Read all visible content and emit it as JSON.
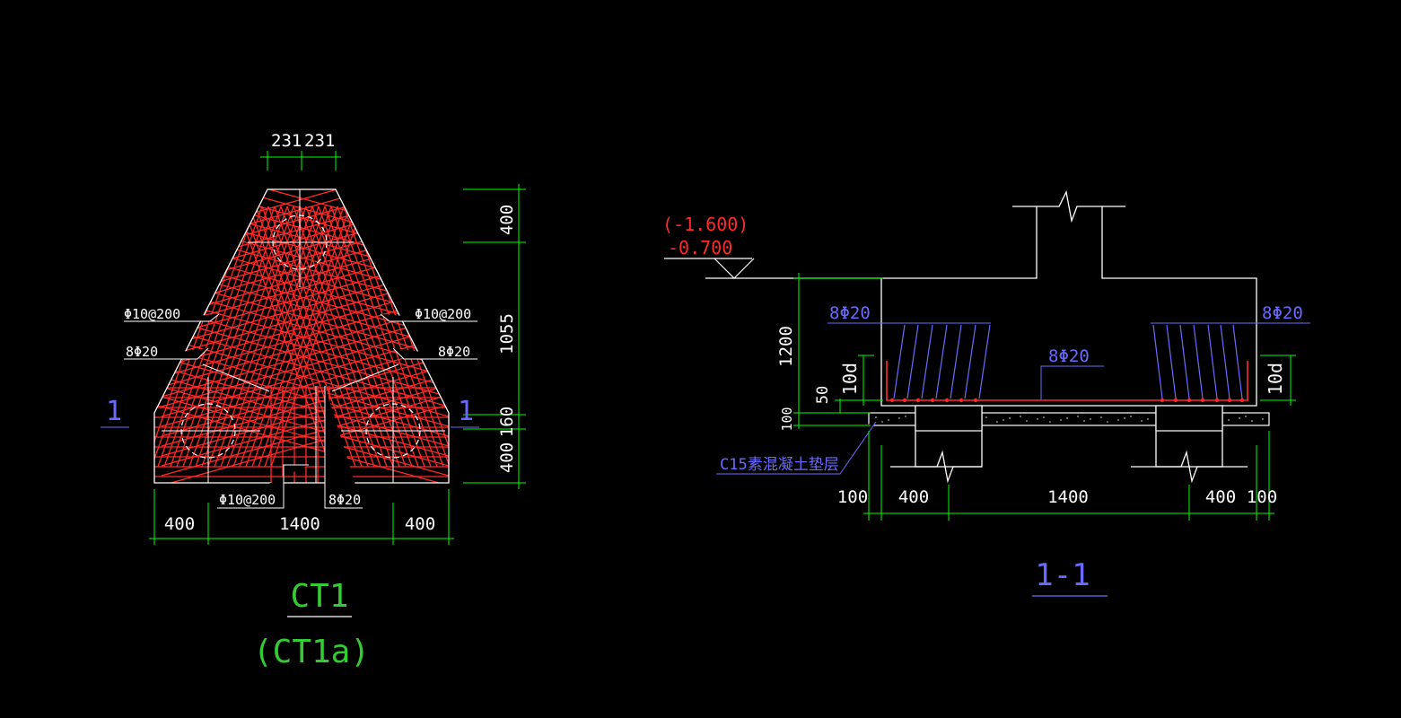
{
  "colors": {
    "background": "#000000",
    "outline": "#ffffff",
    "rebar": "#ff2a2a",
    "dimension": "#00ff00",
    "label_blue": "#6a6aff",
    "label_red": "#ff2a2a",
    "title_green": "#33cc33"
  },
  "plan": {
    "dims": {
      "top_left": "231",
      "top_right": "231",
      "right_top": "400",
      "right_mid": "1055",
      "right_small": "160",
      "right_bottom": "400",
      "bottom_left": "400",
      "bottom_mid": "1400",
      "bottom_right": "400"
    },
    "labels": {
      "stirrup_left": "Φ10@200",
      "stirrup_right": "Φ10@200",
      "bar_left": "8Φ20",
      "bar_right": "8Φ20",
      "stirrup_bottom": "Φ10@200",
      "bar_bottom": "8Φ20",
      "section_mark_left": "1",
      "section_mark_right": "1"
    },
    "title": "CT1",
    "subtitle": "(CT1a)"
  },
  "section": {
    "elevation_top": "(-1.600)",
    "elevation_bottom": "-0.700",
    "labels": {
      "bar_left": "8Φ20",
      "bar_right": "8Φ20",
      "bar_mid": "8Φ20",
      "anchor_left": "10d",
      "anchor_right": "10d",
      "cover_50": "50",
      "concrete_base": "C15素混凝土垫层"
    },
    "dims": {
      "height": "1200",
      "base": "100",
      "bottom": [
        "100",
        "400",
        "1400",
        "400",
        "100"
      ]
    },
    "title": "1-1"
  }
}
